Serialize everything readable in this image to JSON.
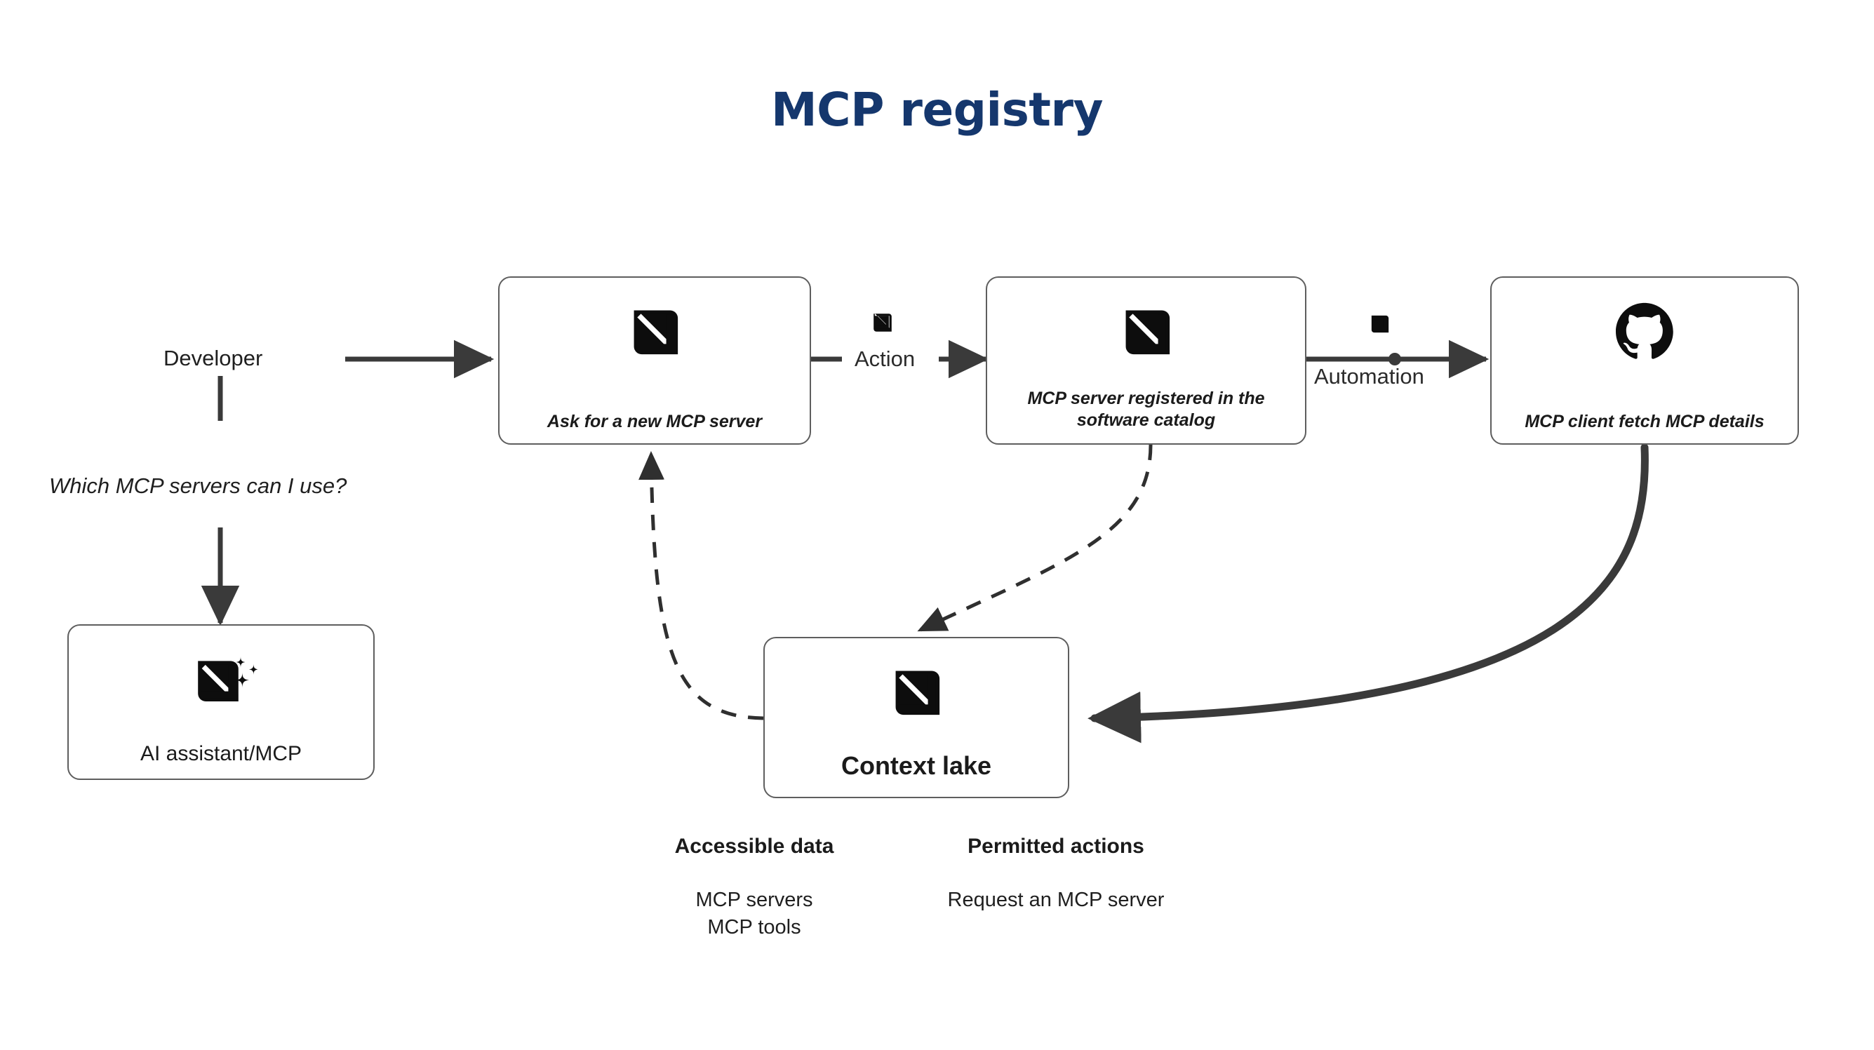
{
  "page": {
    "title": "MCP registry",
    "title_color": "#15376d",
    "background": "#ffffff",
    "edge_color": "#3a3a3a",
    "node_border_color": "#5e5e5e"
  },
  "actors": {
    "developer_label": "Developer",
    "developer_question": "Which MCP servers can I use?"
  },
  "nodes": [
    {
      "id": "ai-assistant",
      "label": "AI assistant/MCP",
      "icon": "mcp-sparkle-icon",
      "style": "plain"
    },
    {
      "id": "ask-new-server",
      "label": "Ask for a new MCP server",
      "icon": "mcp-icon",
      "style": "italic"
    },
    {
      "id": "server-registered",
      "label": "MCP server registered in the software catalog",
      "icon": "mcp-icon",
      "style": "italic"
    },
    {
      "id": "mcp-client-fetch",
      "label": "MCP client fetch MCP details",
      "icon": "github-icon",
      "style": "italic"
    },
    {
      "id": "context-lake",
      "label": "Context lake",
      "icon": "mcp-icon",
      "style": "strong"
    }
  ],
  "edges": [
    {
      "id": "developer-to-ask",
      "label": "",
      "style": "solid"
    },
    {
      "id": "developer-to-assistant",
      "label": "",
      "style": "solid"
    },
    {
      "id": "ask-to-registered",
      "label": "Action",
      "style": "solid",
      "icon": "mcp-icon"
    },
    {
      "id": "registered-to-client",
      "label": "Automation",
      "style": "solid",
      "icon": "mcp-icon"
    },
    {
      "id": "client-to-lake",
      "label": "",
      "style": "thick-curve"
    },
    {
      "id": "registered-to-lake",
      "label": "",
      "style": "dashed-curve"
    },
    {
      "id": "lake-to-ask",
      "label": "",
      "style": "dashed-curve"
    }
  ],
  "context_lake_details": {
    "columns": [
      {
        "heading": "Accessible data",
        "items": [
          "MCP servers",
          "MCP tools"
        ]
      },
      {
        "heading": "Permitted actions",
        "items": [
          "Request an MCP server"
        ]
      }
    ]
  }
}
